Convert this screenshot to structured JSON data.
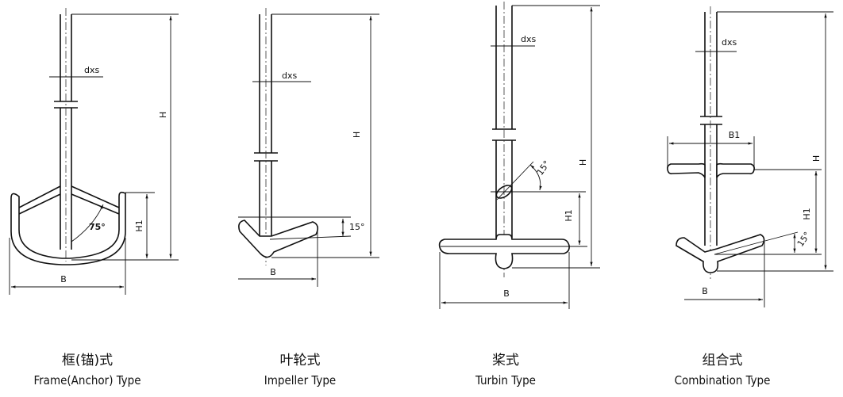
{
  "dimension_labels": {
    "shaft": "dxs",
    "height": "H",
    "blade_height": "H1",
    "width": "B",
    "upper_width": "B1",
    "angle_75": "75°",
    "angle_15": "15°"
  },
  "figures": [
    {
      "name_cn": "框(锚)式",
      "name_en": "Frame(Anchor)  Type"
    },
    {
      "name_cn": "叶轮式",
      "name_en": "Impeller  Type"
    },
    {
      "name_cn": "桨式",
      "name_en": "Turbin  Type"
    },
    {
      "name_cn": "组合式",
      "name_en": "Combination  Type"
    }
  ]
}
